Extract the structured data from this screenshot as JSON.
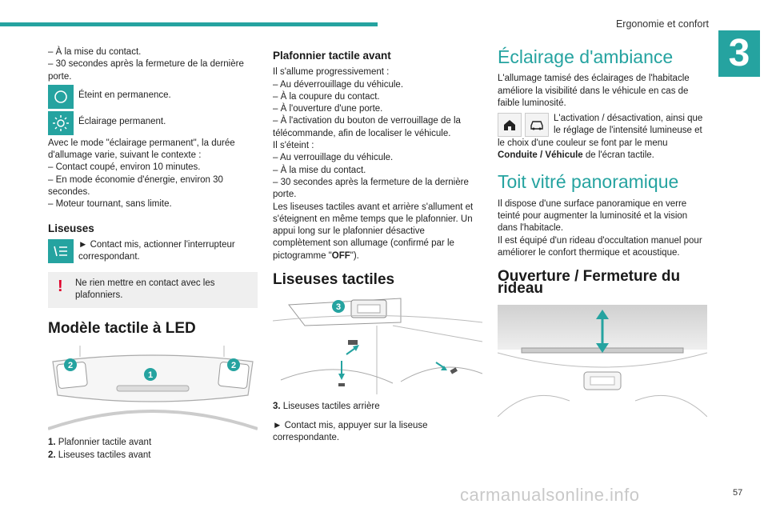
{
  "header": {
    "section": "Ergonomie et confort",
    "chapter": "3"
  },
  "col1": {
    "lines_top": [
      "– À la mise du contact.",
      "– 30 secondes après la fermeture de la dernière porte."
    ],
    "icon_off_text": "Éteint en permanence.",
    "icon_on_text": "Éclairage permanent.",
    "mode_text": "Avec le mode \"éclairage permanent\", la durée d'allumage varie, suivant le contexte :",
    "mode_items": [
      "– Contact coupé, environ 10 minutes.",
      "– En mode économie d'énergie, environ 30 secondes.",
      "– Moteur tournant, sans limite."
    ],
    "liseuses_title": "Liseuses",
    "liseuses_text": "► Contact mis, actionner l'interrupteur correspondant.",
    "warning": "Ne rien mettre en contact avec les plafonniers.",
    "led_title": "Modèle tactile à LED",
    "legend": [
      {
        "num": "1.",
        "text": "Plafonnier tactile avant"
      },
      {
        "num": "2.",
        "text": "Liseuses tactiles avant"
      }
    ],
    "fig_labels": [
      "2",
      "1",
      "2"
    ]
  },
  "col2": {
    "plaf_title": "Plafonnier tactile avant",
    "on_lines": [
      "Il s'allume progressivement :",
      "– Au déverrouillage du véhicule.",
      "– À la coupure du contact.",
      "– À l'ouverture d'une porte.",
      "– À l'activation du bouton de verrouillage de la télécommande, afin de localiser le véhicule."
    ],
    "off_lines": [
      "Il s'éteint :",
      "– Au verrouillage du véhicule.",
      "– À la mise du contact.",
      "– 30 secondes après la fermeture de la dernière porte."
    ],
    "note_before": "Les liseuses tactiles avant et arrière s'allument et s'éteignent en même temps que le plafonnier. Un appui long sur le plafonnier désactive complètement son allumage (confirmé par le pictogramme \"",
    "note_bold": "OFF",
    "note_after": "\").",
    "liseuses_tact_title": "Liseuses tactiles",
    "fig_label": "3",
    "legend_num": "3.",
    "legend_text": "Liseuses tactiles arrière",
    "action_text": "► Contact mis, appuyer sur la liseuse correspondante."
  },
  "col3": {
    "ambiance_title": "Éclairage d'ambiance",
    "ambiance_text": "L'allumage tamisé des éclairages de l'habitacle améliore la visibilité dans le véhicule en cas de faible luminosité.",
    "activation_before": "L'activation / désactivation, ainsi que le réglage de l'intensité lumineuse et le choix d'une couleur se font par le menu ",
    "activation_bold": "Conduite / Véhicule",
    "activation_after": " de l'écran tactile.",
    "toit_title": "Toit vitré panoramique",
    "toit_text1": "Il dispose d'une surface panoramique en verre teinté pour augmenter la luminosité et la vision dans l'habitacle.",
    "toit_text2": "Il est équipé d'un rideau d'occultation manuel pour améliorer le confort thermique et acoustique.",
    "rideau_title": "Ouverture / Fermeture du rideau"
  },
  "footer": {
    "page": "57",
    "watermark": "carmanualsonline.info"
  },
  "colors": {
    "accent": "#25a3a0",
    "warning": "#e0002a"
  }
}
